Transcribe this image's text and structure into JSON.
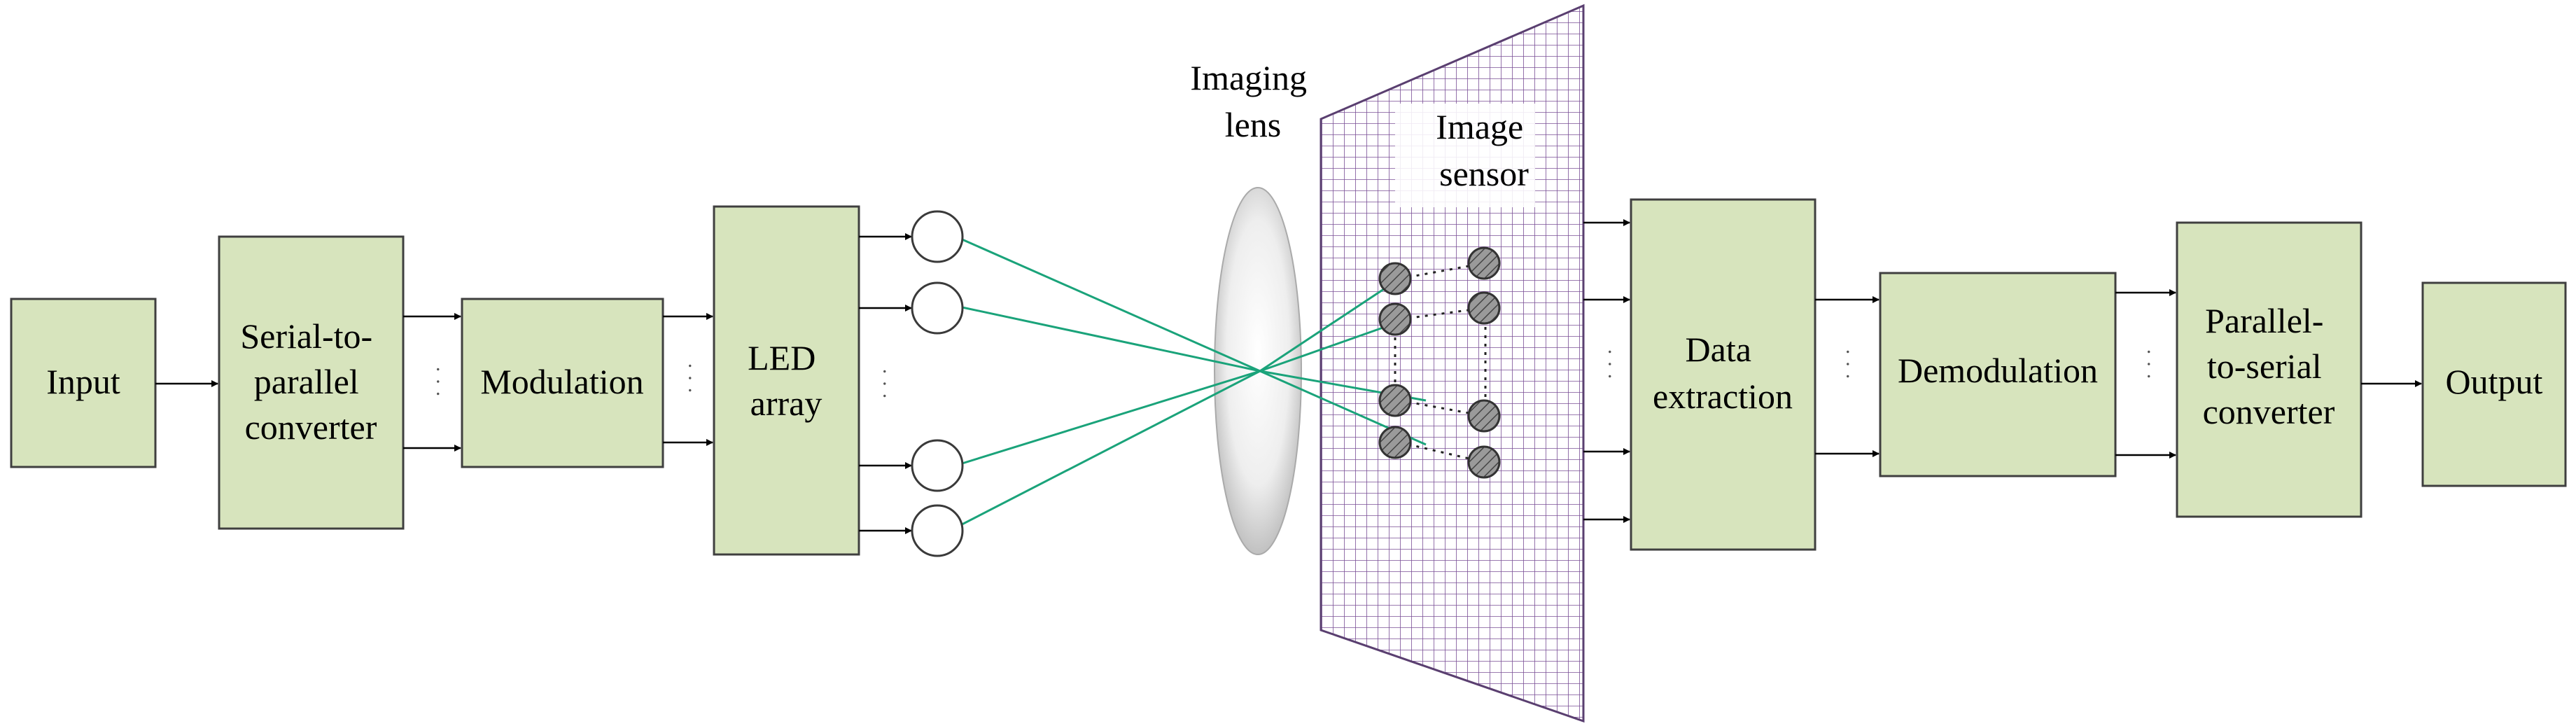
{
  "blocks": {
    "input": "Input",
    "s2p": [
      "Serial-to-",
      "parallel",
      "converter"
    ],
    "modulation": "Modulation",
    "led": [
      "LED",
      "array"
    ],
    "extraction": [
      "Data",
      "extraction"
    ],
    "demodulation": "Demodulation",
    "p2s": [
      "Parallel-",
      "to-serial",
      "converter"
    ],
    "output": "Output"
  },
  "labels": {
    "lens": [
      "Imaging",
      "lens"
    ],
    "sensor": [
      "Image",
      "sensor"
    ]
  },
  "ellipsis": "· · ·",
  "colors": {
    "block_fill": "#d7e4bd",
    "ray": "#1aa37a",
    "sensor_grid": "#7a4f96"
  }
}
